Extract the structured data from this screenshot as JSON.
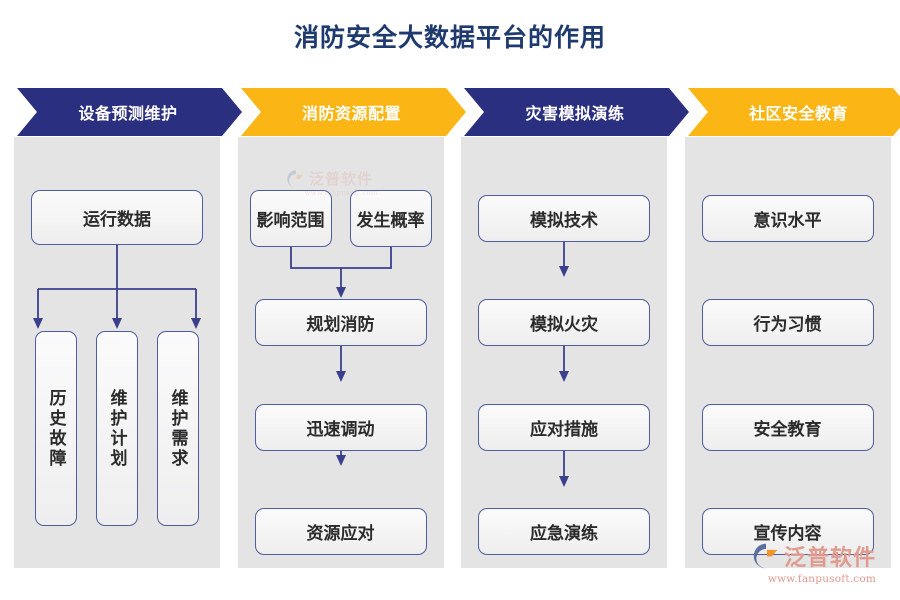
{
  "page": {
    "title": "消防安全大数据平台的作用",
    "title_color": "#1f3a6e",
    "background": "#ffffff"
  },
  "colors": {
    "navy": "#2a2f7f",
    "amber": "#fbb615",
    "panel_gray": "#e4e4e4",
    "node_border": "#4e5d9e",
    "connector": "#3b3f8c",
    "watermark": "#e09a8e"
  },
  "columns": [
    {
      "header": "设备预测维护",
      "header_style": "navy",
      "layout": "one-to-three-branch",
      "nodes": [
        {
          "label": "运行数据",
          "orientation": "horizontal"
        },
        {
          "label": "历史故障",
          "orientation": "vertical"
        },
        {
          "label": "维护计划",
          "orientation": "vertical"
        },
        {
          "label": "维护需求",
          "orientation": "vertical"
        }
      ]
    },
    {
      "header": "消防资源配置",
      "header_style": "amber",
      "layout": "two-merge-then-chain",
      "nodes": [
        {
          "label": "影响范围",
          "orientation": "horizontal"
        },
        {
          "label": "发生概率",
          "orientation": "horizontal"
        },
        {
          "label": "规划消防",
          "orientation": "horizontal"
        },
        {
          "label": "迅速调动",
          "orientation": "horizontal"
        },
        {
          "label": "资源应对",
          "orientation": "horizontal"
        }
      ]
    },
    {
      "header": "灾害模拟演练",
      "header_style": "navy",
      "layout": "vertical-chain",
      "nodes": [
        {
          "label": "模拟技术",
          "orientation": "horizontal"
        },
        {
          "label": "模拟火灾",
          "orientation": "horizontal"
        },
        {
          "label": "应对措施",
          "orientation": "horizontal"
        },
        {
          "label": "应急演练",
          "orientation": "horizontal"
        }
      ]
    },
    {
      "header": "社区安全教育",
      "header_style": "amber",
      "layout": "stacked-list",
      "nodes": [
        {
          "label": "意识水平",
          "orientation": "horizontal"
        },
        {
          "label": "行为习惯",
          "orientation": "horizontal"
        },
        {
          "label": "安全教育",
          "orientation": "horizontal"
        },
        {
          "label": "宣传内容",
          "orientation": "horizontal"
        }
      ]
    }
  ],
  "watermark": {
    "brand": "泛普软件",
    "url": "www.fanpusoft.com"
  }
}
